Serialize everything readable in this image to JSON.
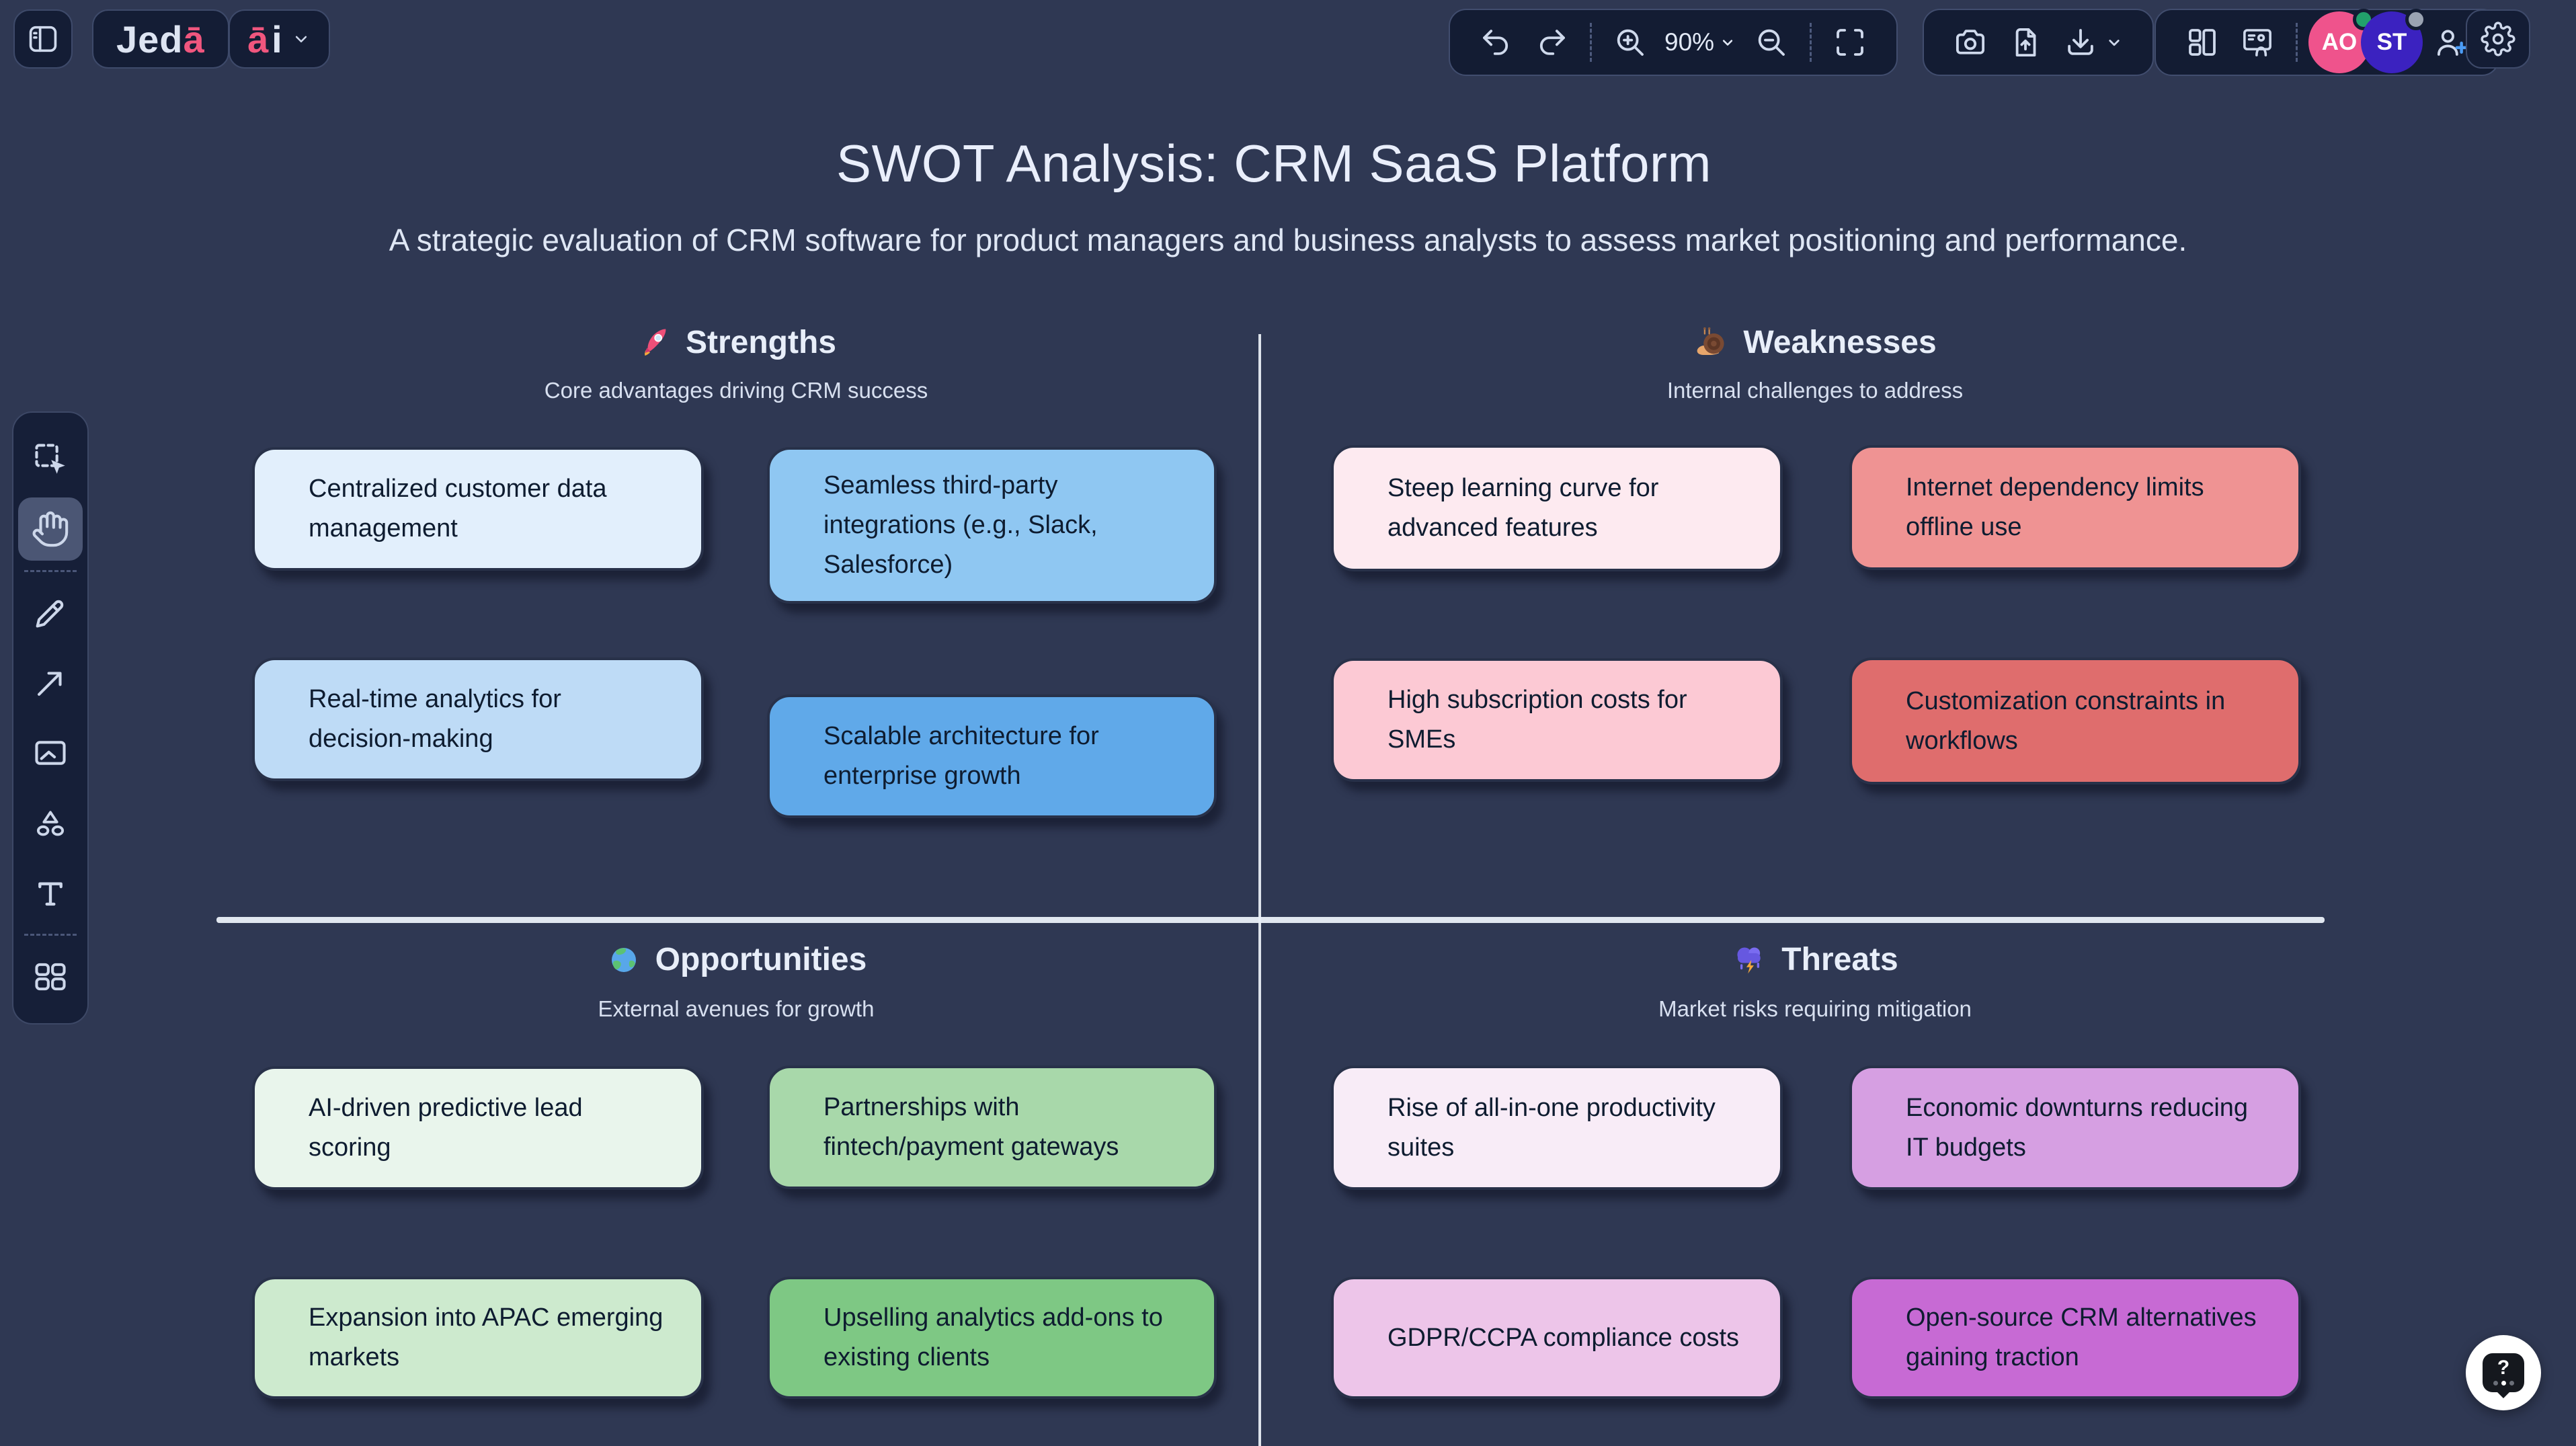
{
  "topbar": {
    "logo": {
      "main": "Jed",
      "accent": "ā"
    },
    "ai_menu": {
      "accent": "ā",
      "main": "i"
    },
    "zoom_level": "90%",
    "collaborators": [
      {
        "initials": "AO",
        "bg": "#ef538c",
        "status_color": "#22a06b"
      },
      {
        "initials": "ST",
        "bg": "#3b22c0",
        "status_color": "#9aa3b2"
      }
    ],
    "invite_plus_color": "#4b9cf6"
  },
  "board": {
    "title": "SWOT Analysis: CRM SaaS Platform",
    "subtitle": "A strategic evaluation of CRM software for product managers and business analysts to assess market positioning and performance.",
    "quadrants": [
      {
        "name": "Strengths",
        "emoji": "🚀",
        "icon": "rocket-icon",
        "tagline": "Core advantages driving CRM success",
        "cards": [
          {
            "text": "Centralized customer data management",
            "bg": "#e2effc"
          },
          {
            "text": "Seamless third-party integrations (e.g., Slack, Salesforce)",
            "bg": "#8fc7f2"
          },
          {
            "text": "Real-time analytics for decision-making",
            "bg": "#bedbf6"
          },
          {
            "text": "Scalable architecture for enterprise growth",
            "bg": "#60a9e9"
          }
        ]
      },
      {
        "name": "Weaknesses",
        "emoji": "🐌",
        "icon": "snail-icon",
        "tagline": "Internal challenges to address",
        "cards": [
          {
            "text": "Steep learning curve for advanced features",
            "bg": "#fdeaf0"
          },
          {
            "text": "Internet dependency limits offline use",
            "bg": "#ef9393"
          },
          {
            "text": "High subscription costs for SMEs",
            "bg": "#fcc9d4"
          },
          {
            "text": "Customization constraints in workflows",
            "bg": "#df6d6d"
          }
        ]
      },
      {
        "name": "Opportunities",
        "emoji": "🌍",
        "icon": "globe-icon",
        "tagline": "External avenues for growth",
        "cards": [
          {
            "text": "AI-driven predictive lead scoring",
            "bg": "#e9f5ec"
          },
          {
            "text": "Partnerships with fintech/payment gateways",
            "bg": "#a8d8aa"
          },
          {
            "text": "Expansion into APAC emerging markets",
            "bg": "#cdeace"
          },
          {
            "text": "Upselling analytics add-ons to existing clients",
            "bg": "#7ec884"
          }
        ]
      },
      {
        "name": "Threats",
        "emoji": "🌩️",
        "icon": "storm-icon",
        "tagline": "Market risks requiring mitigation",
        "cards": [
          {
            "text": "Rise of all-in-one productivity suites",
            "bg": "#f8ecf7"
          },
          {
            "text": "Economic downturns reducing IT budgets",
            "bg": "#d69fe2"
          },
          {
            "text": "GDPR/CCPA compliance costs",
            "bg": "#edc5e9"
          },
          {
            "text": "Open-source CRM alternatives gaining traction",
            "bg": "#c76ad4"
          }
        ]
      }
    ]
  },
  "help": {
    "label": "?"
  }
}
